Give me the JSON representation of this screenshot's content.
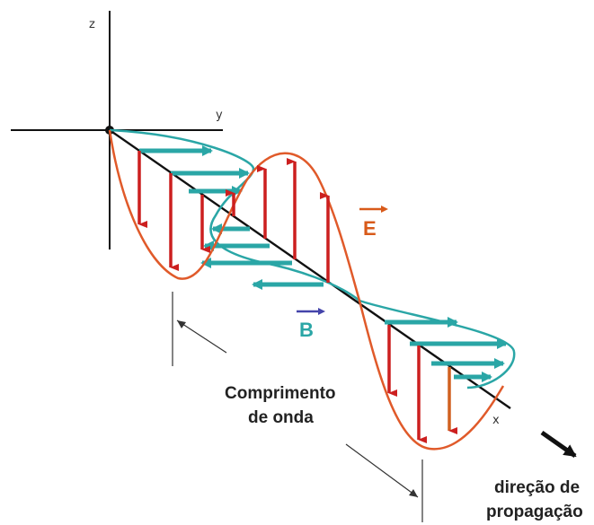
{
  "axes": {
    "z_label": "z",
    "y_label": "y",
    "x_label": "x"
  },
  "fields": {
    "e_label": "E",
    "b_label": "B"
  },
  "wavelength_label": {
    "line1": "Comprimento",
    "line2": "de onda"
  },
  "propagation_label": {
    "line1": "direção de",
    "line2": "propagação"
  },
  "colors": {
    "e_wave": "#e05a2a",
    "e_arrow": "#cc1f1f",
    "e_label": "#d85a1a",
    "b_wave": "#2aa6a6",
    "b_label": "#2aa6a6",
    "b_vector": "#4444aa",
    "axis": "#111111"
  }
}
